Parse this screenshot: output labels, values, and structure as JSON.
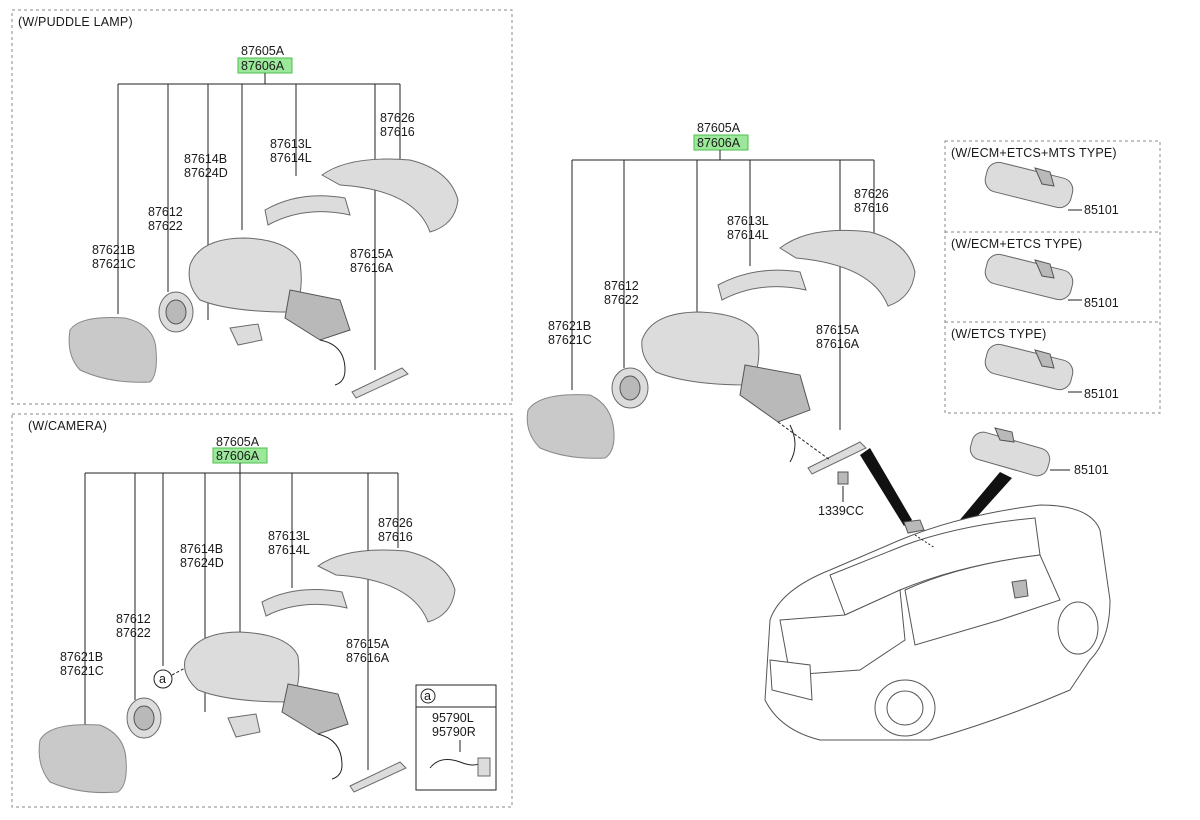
{
  "panels": {
    "puddle": {
      "title": "(W/PUDDLE LAMP)",
      "top_codes": [
        "87605A",
        "87606A"
      ],
      "labels": {
        "l_87626": [
          "87626",
          "87616"
        ],
        "l_87613": [
          "87613L",
          "87614L"
        ],
        "l_87614": [
          "87614B",
          "87624D"
        ],
        "l_87612": [
          "87612",
          "87622"
        ],
        "l_87621": [
          "87621B",
          "87621C"
        ],
        "l_87615": [
          "87615A",
          "87616A"
        ]
      }
    },
    "camera": {
      "title": "(W/CAMERA)",
      "top_codes": [
        "87605A",
        "87606A"
      ],
      "labels": {
        "l_87626": [
          "87626",
          "87616"
        ],
        "l_87613": [
          "87613L",
          "87614L"
        ],
        "l_87614": [
          "87614B",
          "87624D"
        ],
        "l_87612": [
          "87612",
          "87622"
        ],
        "l_87621": [
          "87621B",
          "87621C"
        ],
        "l_87615": [
          "87615A",
          "87616A"
        ]
      },
      "callout": "a",
      "inset": {
        "key": "a",
        "codes": [
          "95790L",
          "95790R"
        ]
      }
    },
    "main": {
      "top_codes": [
        "87605A",
        "87606A"
      ],
      "labels": {
        "l_87626": [
          "87626",
          "87616"
        ],
        "l_87613": [
          "87613L",
          "87614L"
        ],
        "l_87612": [
          "87612",
          "87622"
        ],
        "l_87621": [
          "87621B",
          "87621C"
        ],
        "l_87615": [
          "87615A",
          "87616A"
        ],
        "l_1339": [
          "1339CC"
        ]
      }
    },
    "inner_mirror": {
      "types": [
        {
          "title": "(W/ECM+ETCS+MTS TYPE)",
          "code": "85101"
        },
        {
          "title": "(W/ECM+ETCS TYPE)",
          "code": "85101"
        },
        {
          "title": "(W/ETCS TYPE)",
          "code": "85101"
        }
      ],
      "standalone_code": "85101"
    }
  },
  "colors": {
    "highlight": "#9be89b",
    "line": "#222222",
    "part": "#dcdcdc"
  }
}
